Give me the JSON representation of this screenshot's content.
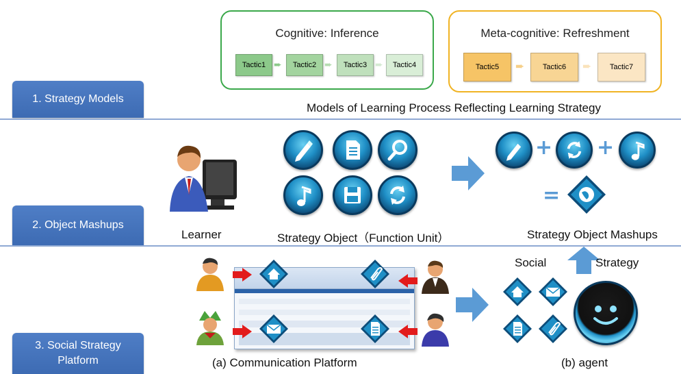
{
  "sections": {
    "strategy_models": "1. Strategy Models",
    "object_mashups": "2. Object Mashups",
    "social_platform": "3. Social Strategy Platform"
  },
  "cognitive": {
    "title": "Cognitive: Inference",
    "tactics": [
      "Tactic1",
      "Tactic2",
      "Tactic3",
      "Tactic4"
    ]
  },
  "metacognitive": {
    "title": "Meta-cognitive: Refreshment",
    "tactics": [
      "Tactic5",
      "Tactic6",
      "Tactic7"
    ]
  },
  "models_caption": "Models of Learning Process Reflecting Learning Strategy",
  "learner_caption": "Learner",
  "strategy_object_caption": "Strategy Object（Function Unit）",
  "mashups_caption": "Strategy Object Mashups",
  "social_label": "Social",
  "strategy_label": "Strategy",
  "comm_platform_caption": "(a) Communication Platform",
  "agent_caption": "(b) agent",
  "colors": {
    "section_tab": "#3d6bb3",
    "cognitive_border": "#3aa84a",
    "metacognitive_border": "#f0b323",
    "arrow_blue": "#5b9bd5",
    "red_arrow": "#e21b1b"
  }
}
